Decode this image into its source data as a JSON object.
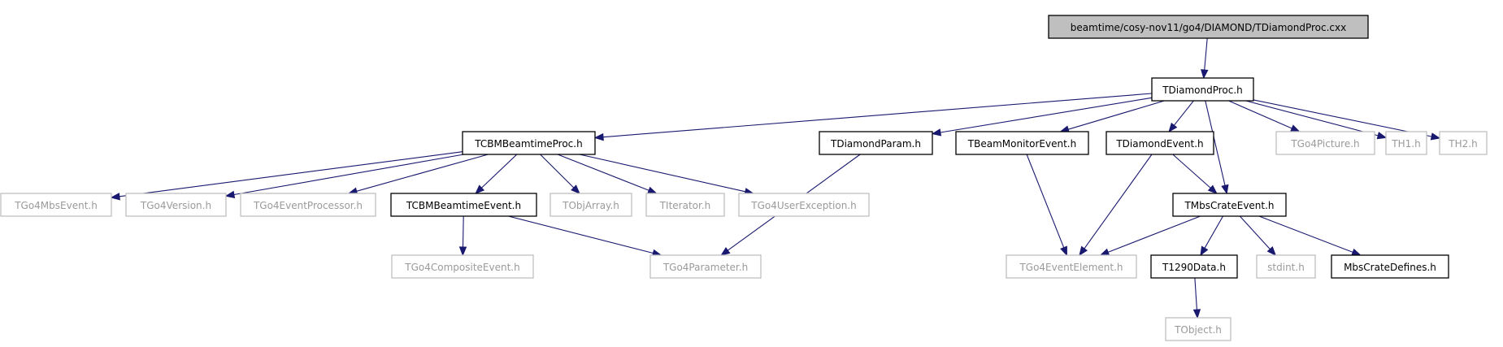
{
  "graph": {
    "nodes": [
      {
        "id": "root",
        "label": "beamtime/cosy-nov11/go4/DIAMOND/TDiamondProc.cxx",
        "kind": "file"
      },
      {
        "id": "proc_h",
        "label": "TDiamondProc.h",
        "kind": "doc"
      },
      {
        "id": "cbm_proc",
        "label": "TCBMBeamtimeProc.h",
        "kind": "doc"
      },
      {
        "id": "param",
        "label": "TDiamondParam.h",
        "kind": "doc"
      },
      {
        "id": "beammon",
        "label": "TBeamMonitorEvent.h",
        "kind": "doc"
      },
      {
        "id": "diaevent",
        "label": "TDiamondEvent.h",
        "kind": "doc"
      },
      {
        "id": "picture",
        "label": "TGo4Picture.h",
        "kind": "ext"
      },
      {
        "id": "th1",
        "label": "TH1.h",
        "kind": "ext"
      },
      {
        "id": "th2",
        "label": "TH2.h",
        "kind": "ext"
      },
      {
        "id": "mbsevent",
        "label": "TGo4MbsEvent.h",
        "kind": "ext"
      },
      {
        "id": "version",
        "label": "TGo4Version.h",
        "kind": "ext"
      },
      {
        "id": "evproc",
        "label": "TGo4EventProcessor.h",
        "kind": "ext"
      },
      {
        "id": "cbm_event",
        "label": "TCBMBeamtimeEvent.h",
        "kind": "doc"
      },
      {
        "id": "objarray",
        "label": "TObjArray.h",
        "kind": "ext"
      },
      {
        "id": "titerator",
        "label": "TIterator.h",
        "kind": "ext"
      },
      {
        "id": "userexc",
        "label": "TGo4UserException.h",
        "kind": "ext"
      },
      {
        "id": "crate",
        "label": "TMbsCrateEvent.h",
        "kind": "doc"
      },
      {
        "id": "composite",
        "label": "TGo4CompositeEvent.h",
        "kind": "ext"
      },
      {
        "id": "parameter",
        "label": "TGo4Parameter.h",
        "kind": "ext"
      },
      {
        "id": "evelem",
        "label": "TGo4EventElement.h",
        "kind": "ext"
      },
      {
        "id": "t1290",
        "label": "T1290Data.h",
        "kind": "doc"
      },
      {
        "id": "stdint",
        "label": "stdint.h",
        "kind": "ext"
      },
      {
        "id": "cratedef",
        "label": "MbsCrateDefines.h",
        "kind": "doc"
      },
      {
        "id": "tobject",
        "label": "TObject.h",
        "kind": "ext"
      }
    ],
    "edges": [
      {
        "from": "root",
        "to": "proc_h"
      },
      {
        "from": "proc_h",
        "to": "cbm_proc"
      },
      {
        "from": "proc_h",
        "to": "param"
      },
      {
        "from": "proc_h",
        "to": "beammon"
      },
      {
        "from": "proc_h",
        "to": "diaevent"
      },
      {
        "from": "proc_h",
        "to": "crate"
      },
      {
        "from": "proc_h",
        "to": "picture"
      },
      {
        "from": "proc_h",
        "to": "th1"
      },
      {
        "from": "proc_h",
        "to": "th2"
      },
      {
        "from": "cbm_proc",
        "to": "mbsevent"
      },
      {
        "from": "cbm_proc",
        "to": "version"
      },
      {
        "from": "cbm_proc",
        "to": "evproc"
      },
      {
        "from": "cbm_proc",
        "to": "cbm_event"
      },
      {
        "from": "cbm_proc",
        "to": "objarray"
      },
      {
        "from": "cbm_proc",
        "to": "titerator"
      },
      {
        "from": "cbm_proc",
        "to": "userexc"
      },
      {
        "from": "cbm_event",
        "to": "composite"
      },
      {
        "from": "cbm_event",
        "to": "parameter"
      },
      {
        "from": "param",
        "to": "parameter"
      },
      {
        "from": "beammon",
        "to": "evelem"
      },
      {
        "from": "diaevent",
        "to": "evelem"
      },
      {
        "from": "diaevent",
        "to": "crate"
      },
      {
        "from": "crate",
        "to": "evelem"
      },
      {
        "from": "crate",
        "to": "t1290"
      },
      {
        "from": "crate",
        "to": "stdint"
      },
      {
        "from": "crate",
        "to": "cratedef"
      },
      {
        "from": "t1290",
        "to": "tobject"
      }
    ]
  }
}
